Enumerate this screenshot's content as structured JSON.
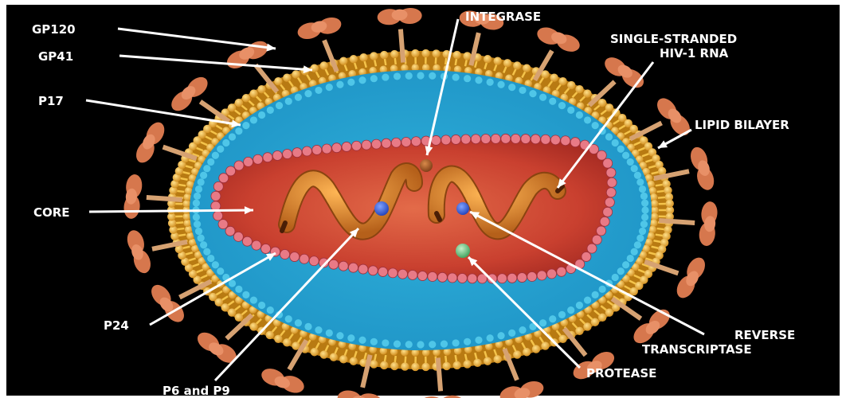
{
  "labels": {
    "gp120": "GP120",
    "gp41": "GP41",
    "p17": "P17",
    "core": "CORE",
    "p24": "P24",
    "p6_p9": "P6 and P9",
    "integrase": "INTEGRASE",
    "rna_line1": "SINGLE-STRANDED",
    "rna_line2": "HIV-1 RNA",
    "lipid_bilayer": "LIPID BILAYER",
    "rt_line1": "REVERSE",
    "rt_line2": "TRANSCRIPTASE",
    "protease": "PROTEASE"
  },
  "colors": {
    "background": "#000000",
    "lipid_bilayer": "#e8a92e",
    "matrix_beads": "#4fc6e8",
    "interior": "#33b3d9",
    "core_fill": "#c23d2e",
    "core_beads": "#e87a86",
    "rna": "#e08a24",
    "glycoprotein": "#d6774d",
    "reverse_transcriptase": "#2f55d4",
    "protease": "#5ec27a",
    "integrase": "#a65a2a",
    "arrows": "#ffffff"
  }
}
